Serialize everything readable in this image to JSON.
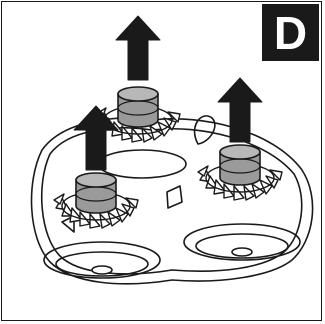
{
  "step": {
    "label": "D"
  },
  "colors": {
    "ink": "#1a1a1a",
    "arrow": "#1a1a1a",
    "cutter": "#9a9a9a",
    "paper": "#ffffff"
  },
  "parts": [
    "cutter-left",
    "cutter-middle",
    "cutter-right",
    "retaining-spring"
  ]
}
